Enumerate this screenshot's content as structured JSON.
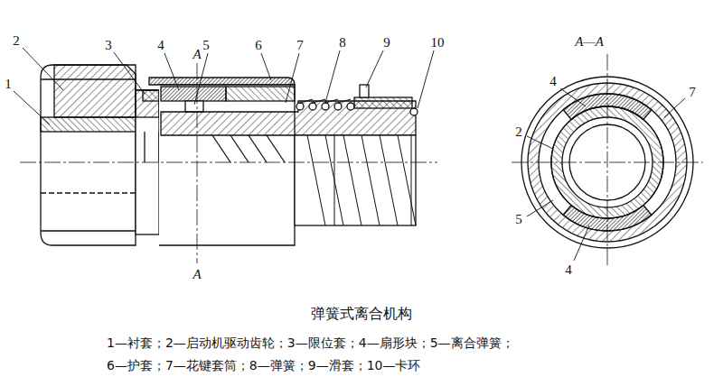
{
  "diagram": {
    "title": "弹簧式离合机构",
    "labels": [
      "2",
      "3",
      "4",
      "5",
      "6",
      "7",
      "8",
      "9",
      "10",
      "1",
      "A",
      "A",
      "A—A",
      "4",
      "7",
      "2",
      "5",
      "4",
      "1—衬套；2—启动机驱动齿轮；3—限位套；4—扇形块；5—离合弹簧；",
      "6—护套；7—花键套筒；8—弹簧；9—滑套；10—卡环"
    ]
  }
}
